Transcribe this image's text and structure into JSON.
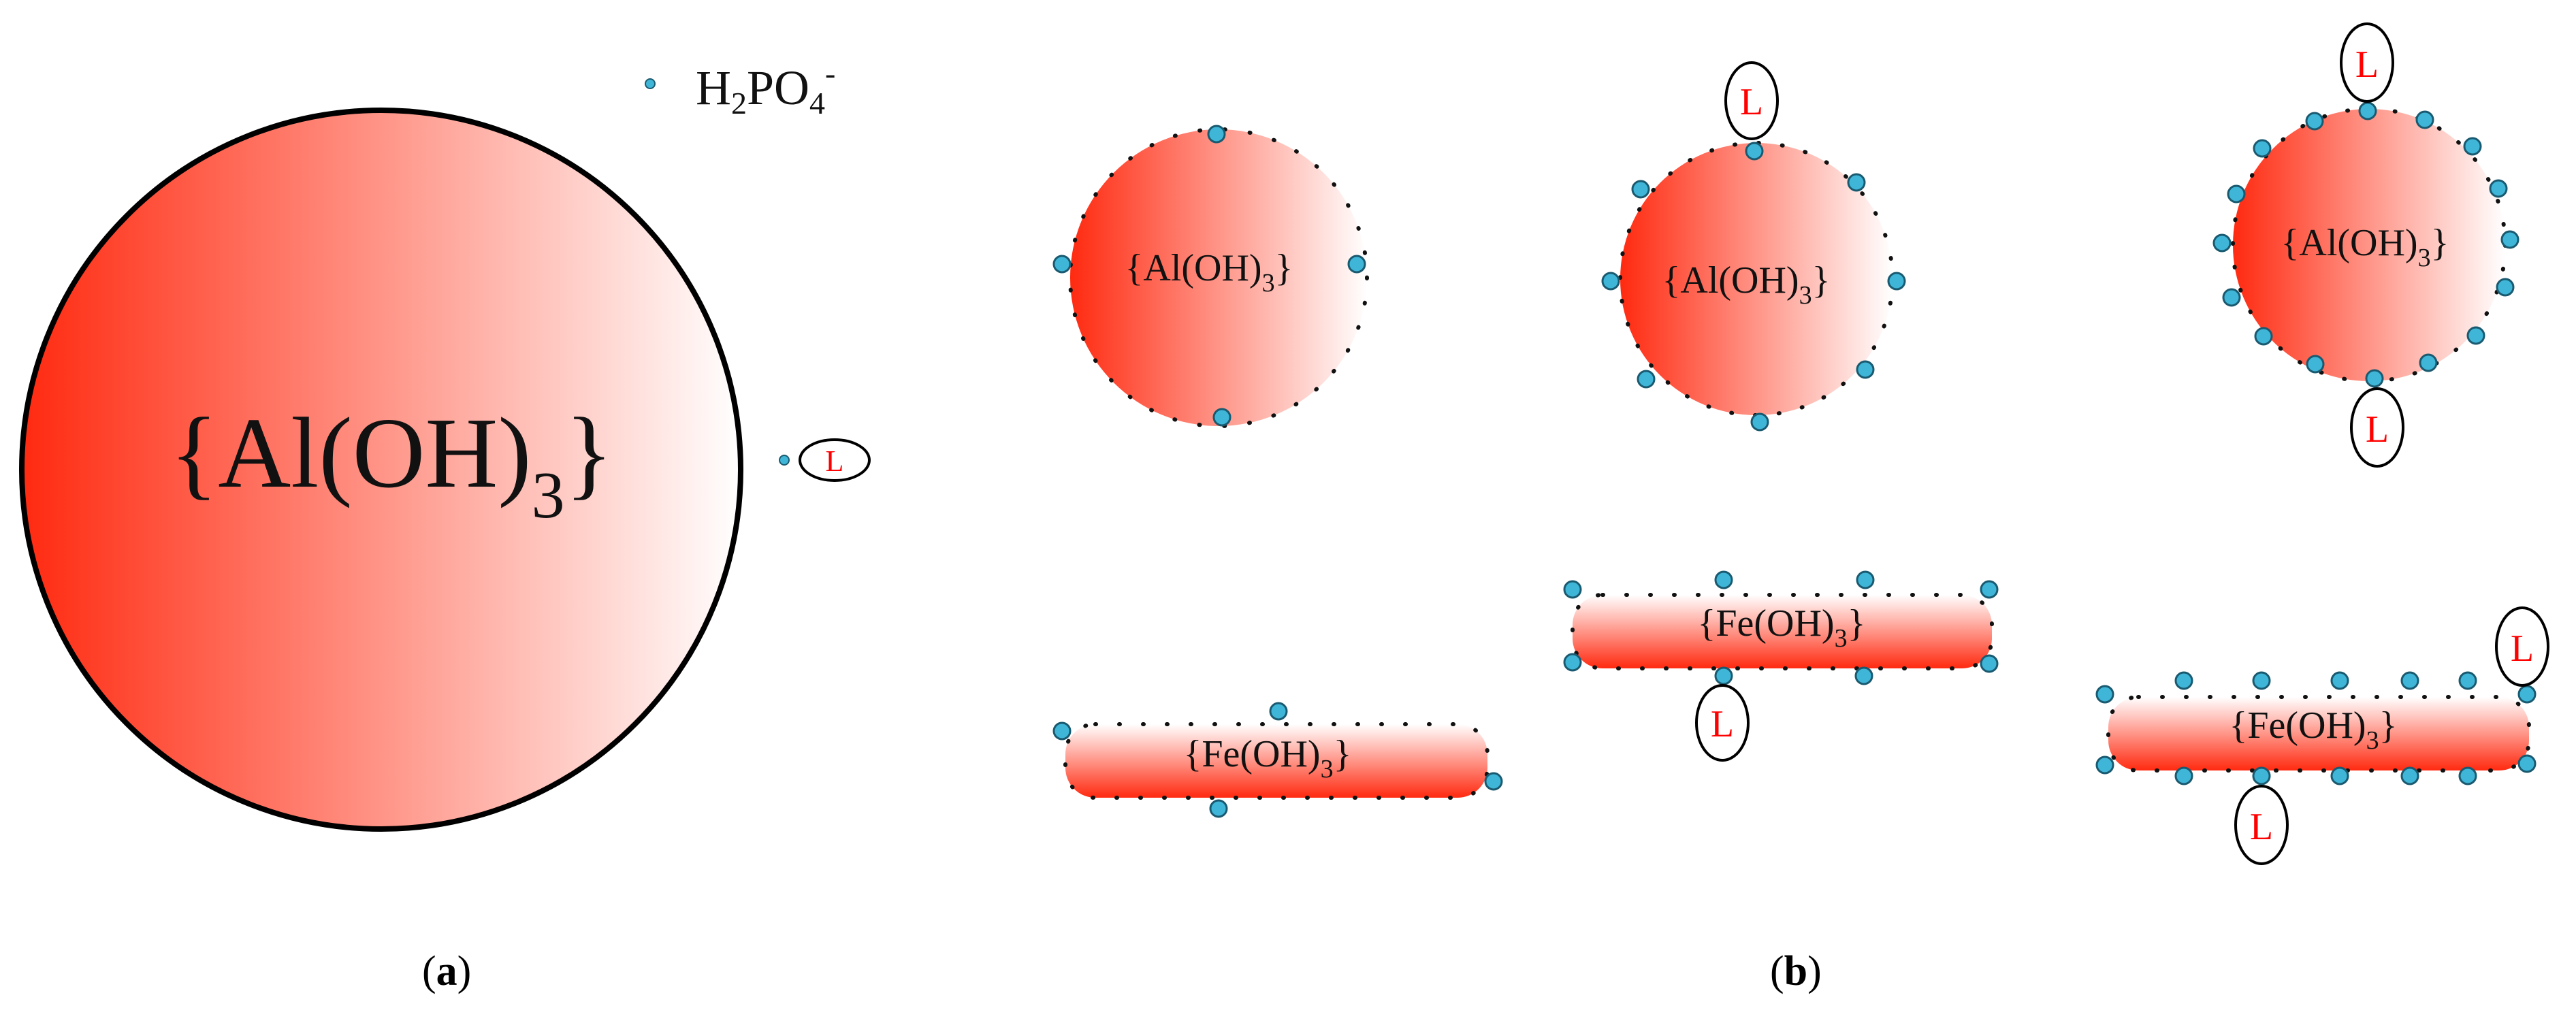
{
  "panel_a": {
    "caption_letter": "a",
    "big_particle_label": "{Al(OH)3}",
    "legend_ion": "H2PO4-",
    "ligand_label": "L"
  },
  "panel_b": {
    "caption_letter": "b",
    "particles": [
      {
        "label": "{Al(OH)3}",
        "ligand_labels": []
      },
      {
        "label": "{Al(OH)3}",
        "ligand_labels": [
          "L"
        ]
      },
      {
        "label": "{Al(OH)3}",
        "ligand_labels": [
          "L",
          "L"
        ]
      },
      {
        "label": "{Fe(OH)3}",
        "ligand_labels": []
      },
      {
        "label": "{Fe(OH)3}",
        "ligand_labels": [
          "L"
        ]
      },
      {
        "label": "{Fe(OH)3}",
        "ligand_labels": [
          "L",
          "L"
        ]
      }
    ]
  },
  "colors": {
    "particle_red": "#ff2a10",
    "particle_white": "#ffffff",
    "ion_fill": "#3fb6d8",
    "ion_stroke": "#1a5a70",
    "ligand_text": "#ff0000",
    "outline": "#000000"
  }
}
